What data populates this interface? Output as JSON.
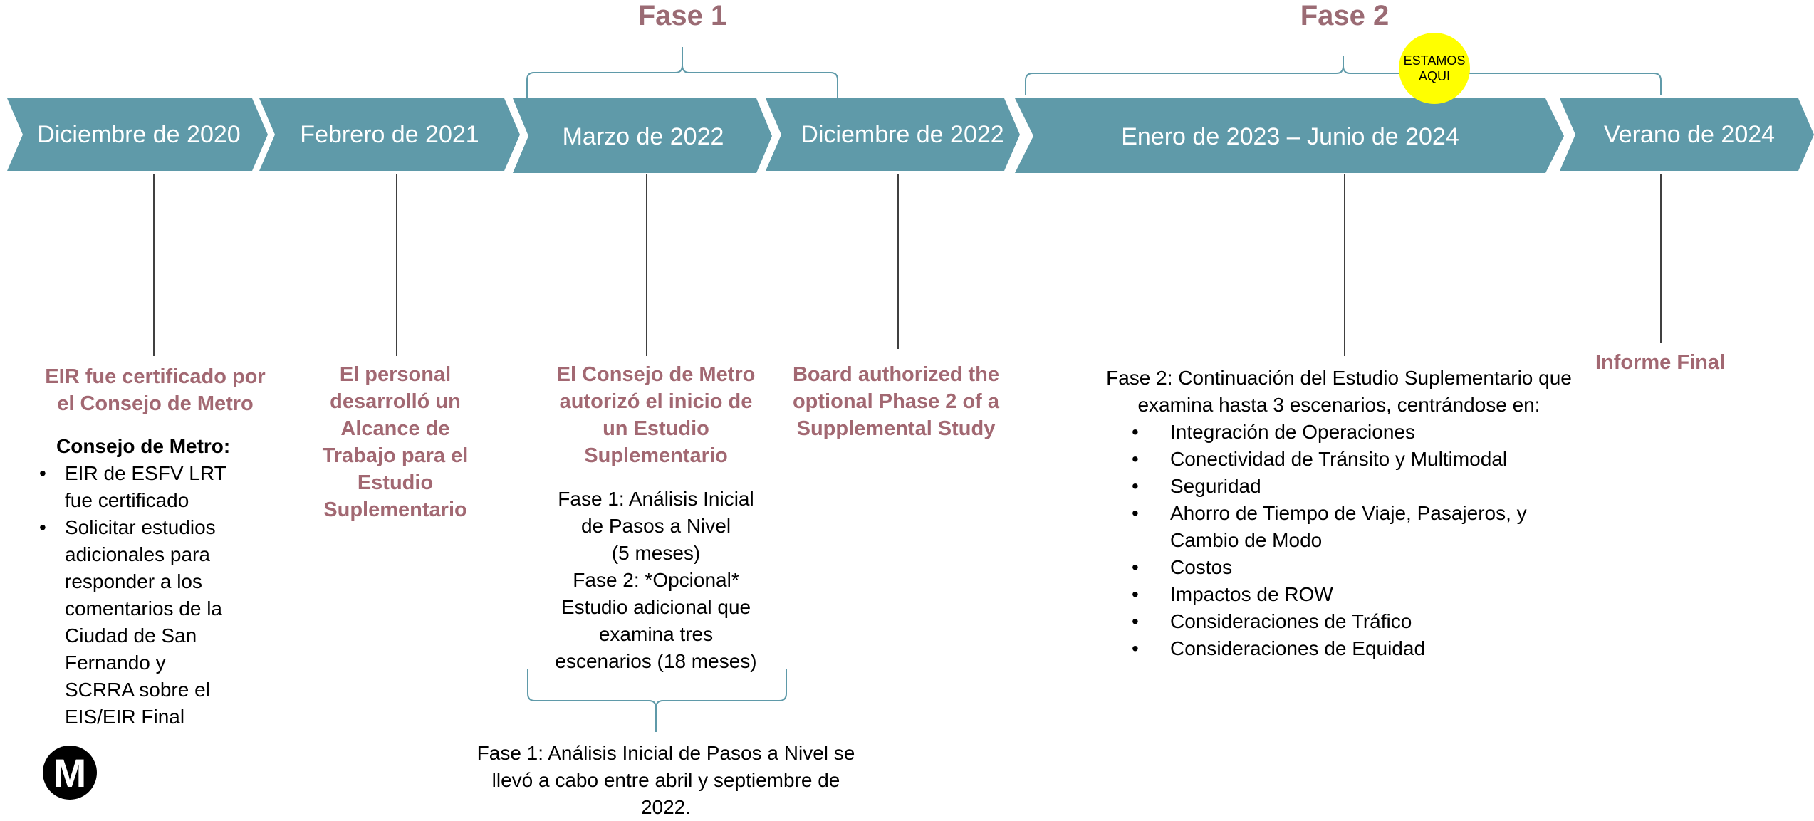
{
  "phases": [
    {
      "title": "Fase 1"
    },
    {
      "title": "Fase 2"
    }
  ],
  "badge": {
    "line1": "ESTAMOS",
    "line2": "AQUI"
  },
  "timeline": [
    {
      "label": "Diciembre de 2020"
    },
    {
      "label": "Febrero de 2021"
    },
    {
      "label": "Marzo de 2022"
    },
    {
      "label": "Diciembre de 2022"
    },
    {
      "label": "Enero de 2023 – Junio de 2024"
    },
    {
      "label": "Verano de 2024"
    }
  ],
  "milestones": {
    "m1": {
      "heading": "EIR fue certificado por el Consejo de Metro",
      "subheading": "Consejo de Metro:",
      "bullets": [
        "EIR de ESFV LRT fue certificado",
        "Solicitar estudios adicionales para responder a los comentarios de la Ciudad de San Fernando y SCRRA sobre el EIS/EIR Final"
      ]
    },
    "m2": {
      "heading": "El personal desarrolló un Alcance de Trabajo para el Estudio Suplementario"
    },
    "m3": {
      "heading": "El Consejo de Metro autorizó el inicio de un Estudio Suplementario",
      "lines": [
        "Fase 1: Análisis Inicial de Pasos a Nivel",
        "(5 meses)",
        "Fase 2: *Opcional* Estudio adicional que examina tres escenarios (18 meses)"
      ],
      "note": "Fase 1: Análisis Inicial de Pasos a Nivel se llevó a cabo entre abril y septiembre de 2022."
    },
    "m4": {
      "heading": "Board authorized the optional Phase 2 of a Supplemental Study"
    },
    "m5": {
      "intro": "Fase 2: Continuación del Estudio Suplementario que examina hasta 3 escenarios, centrándose en:",
      "bullets": [
        "Integración de Operaciones",
        "Conectividad de Tránsito y Multimodal",
        "Seguridad",
        "Ahorro de Tiempo de Viaje, Pasajeros, y Cambio de Modo",
        "Costos",
        "Impactos de ROW",
        "Consideraciones de Tráfico",
        "Consideraciones de Equidad"
      ]
    },
    "m6": {
      "heading": "Informe Final"
    }
  },
  "logo": {
    "letter": "M"
  },
  "colors": {
    "chevron": "#5f9aa9",
    "accent_text": "#a26872",
    "phase_title": "#9b6b74",
    "badge": "#ffff00"
  }
}
